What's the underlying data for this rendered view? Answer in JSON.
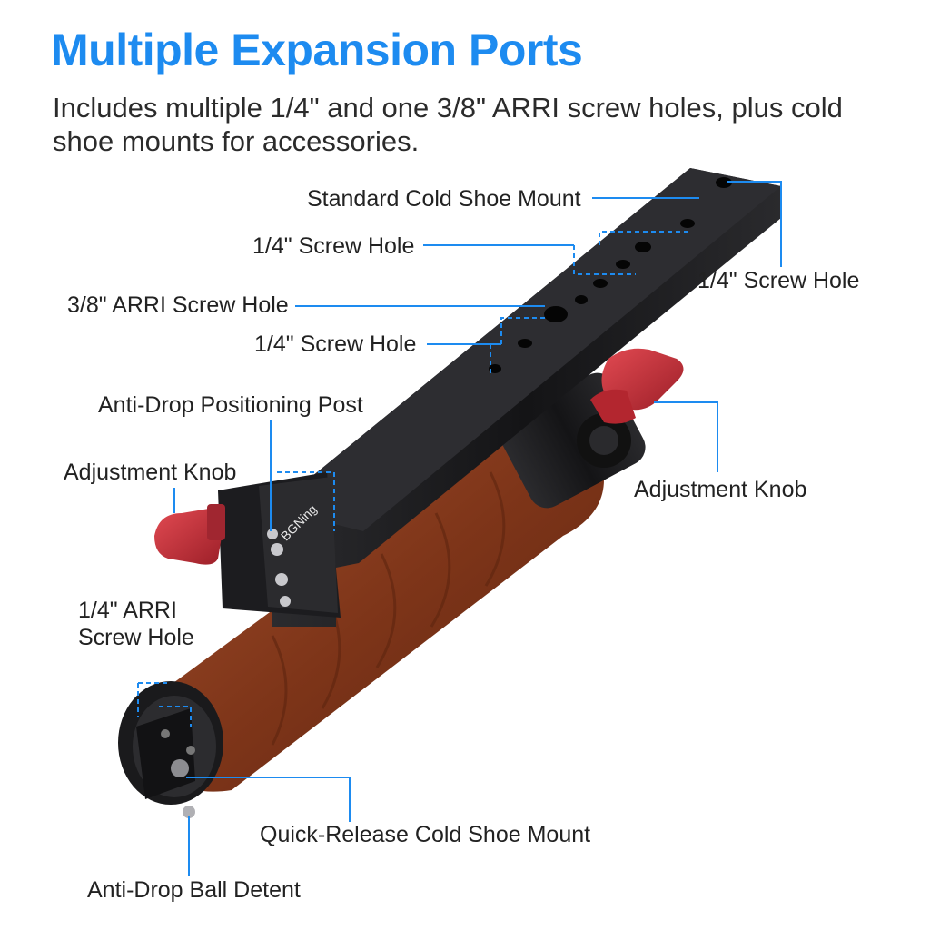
{
  "header": {
    "title": "Multiple Expansion Ports",
    "subtitle": "Includes multiple 1/4\" and one 3/8\" ARRI screw holes, plus cold shoe mounts for accessories."
  },
  "product": {
    "brand_mark": "BGNing"
  },
  "callouts": {
    "standard_cold_shoe": "Standard Cold Shoe Mount",
    "screw_hole_top": "1/4\" Screw Hole",
    "screw_hole_right": "1/4\" Screw Hole",
    "arri_38": "3/8\" ARRI Screw Hole",
    "screw_hole_mid": "1/4\" Screw Hole",
    "anti_drop_post": "Anti-Drop Positioning Post",
    "adjust_knob_left": "Adjustment Knob",
    "adjust_knob_right": "Adjustment Knob",
    "arri_14": "1/4\" ARRI Screw Hole",
    "quick_release": "Quick-Release Cold Shoe Mount",
    "ball_detent": "Anti-Drop Ball Detent"
  },
  "colors": {
    "accent": "#1d8bf0",
    "metal": "#1b1b1d",
    "wood": "#8a3f22",
    "knob": "#c8303a"
  }
}
